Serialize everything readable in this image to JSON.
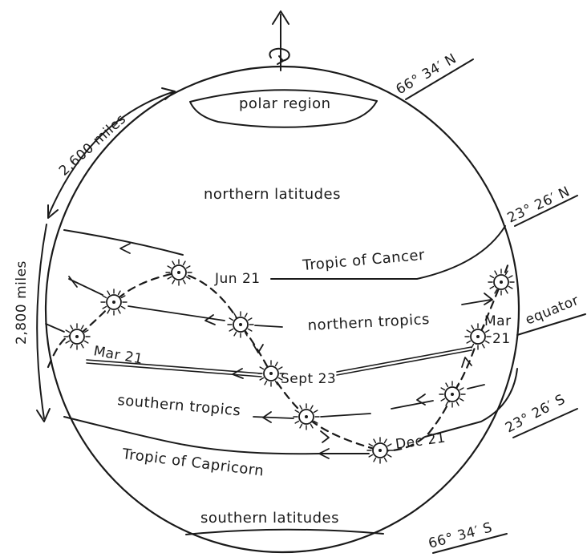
{
  "labels": {
    "polar_region": "polar region",
    "northern_latitudes": "northern latitudes",
    "tropic_of_cancer": "Tropic of Cancer",
    "northern_tropics": "northern tropics",
    "equator": "equator",
    "southern_tropics": "southern tropics",
    "tropic_of_capricorn": "Tropic of Capricorn",
    "southern_latitudes": "southern latitudes"
  },
  "latitudes": {
    "arctic": "66° 34′ N",
    "cancer": "23° 26′ N",
    "capricorn": "23° 26′ S",
    "antarctic": "66° 34′ S"
  },
  "dates": {
    "jun21": "Jun 21",
    "mar21_left": "Mar 21",
    "sept23": "Sept 23",
    "dec21": "Dec 21",
    "mar21_right_a": "Mar",
    "mar21_right_b": "21"
  },
  "distances": {
    "upper": "2,600 miles",
    "lower": "2,800 miles"
  },
  "colors": {
    "ink": "#1a1a1a",
    "background": "#ffffff"
  }
}
